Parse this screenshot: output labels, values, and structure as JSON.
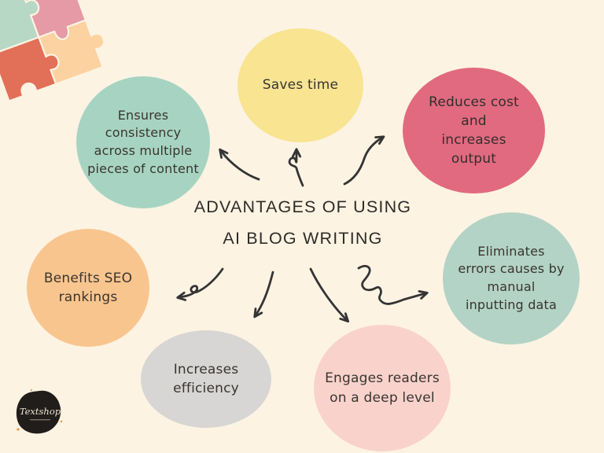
{
  "canvas": {
    "background_color": "#fdf3e3",
    "ink_color": "#343434"
  },
  "title": {
    "line1": "ADVANTAGES OF USING",
    "line2": "AI BLOG WRITING"
  },
  "bubbles": {
    "saves_time": {
      "lines": [
        "Saves time"
      ],
      "color": "#f8e491"
    },
    "consistency": {
      "lines": [
        "Ensures",
        "consistency",
        "across multiple",
        "pieces of content"
      ],
      "color": "#a7d4c2"
    },
    "reduces_cost": {
      "lines": [
        "Reduces cost",
        "and",
        "increases",
        "output"
      ],
      "color": "#e16a80"
    },
    "benefits_seo": {
      "lines": [
        "Benefits SEO",
        "rankings"
      ],
      "color": "#f9c58e"
    },
    "eliminates_errors": {
      "lines": [
        "Eliminates",
        "errors causes by",
        "manual",
        "inputting data"
      ],
      "color": "#b3d3c6"
    },
    "increases_efficiency": {
      "lines": [
        "Increases",
        "efficiency"
      ],
      "color": "#d7d6d4"
    },
    "engages_readers": {
      "lines": [
        "Engages readers",
        "on a deep level"
      ],
      "color": "#f9d2cc"
    }
  },
  "decorations": {
    "puzzle_piece_colors": {
      "teal": "#b7d8c4",
      "pink": "#e59aa6",
      "peach": "#fbd2a0",
      "coral": "#e26f57"
    }
  },
  "logo": {
    "brand": "Textshop"
  }
}
